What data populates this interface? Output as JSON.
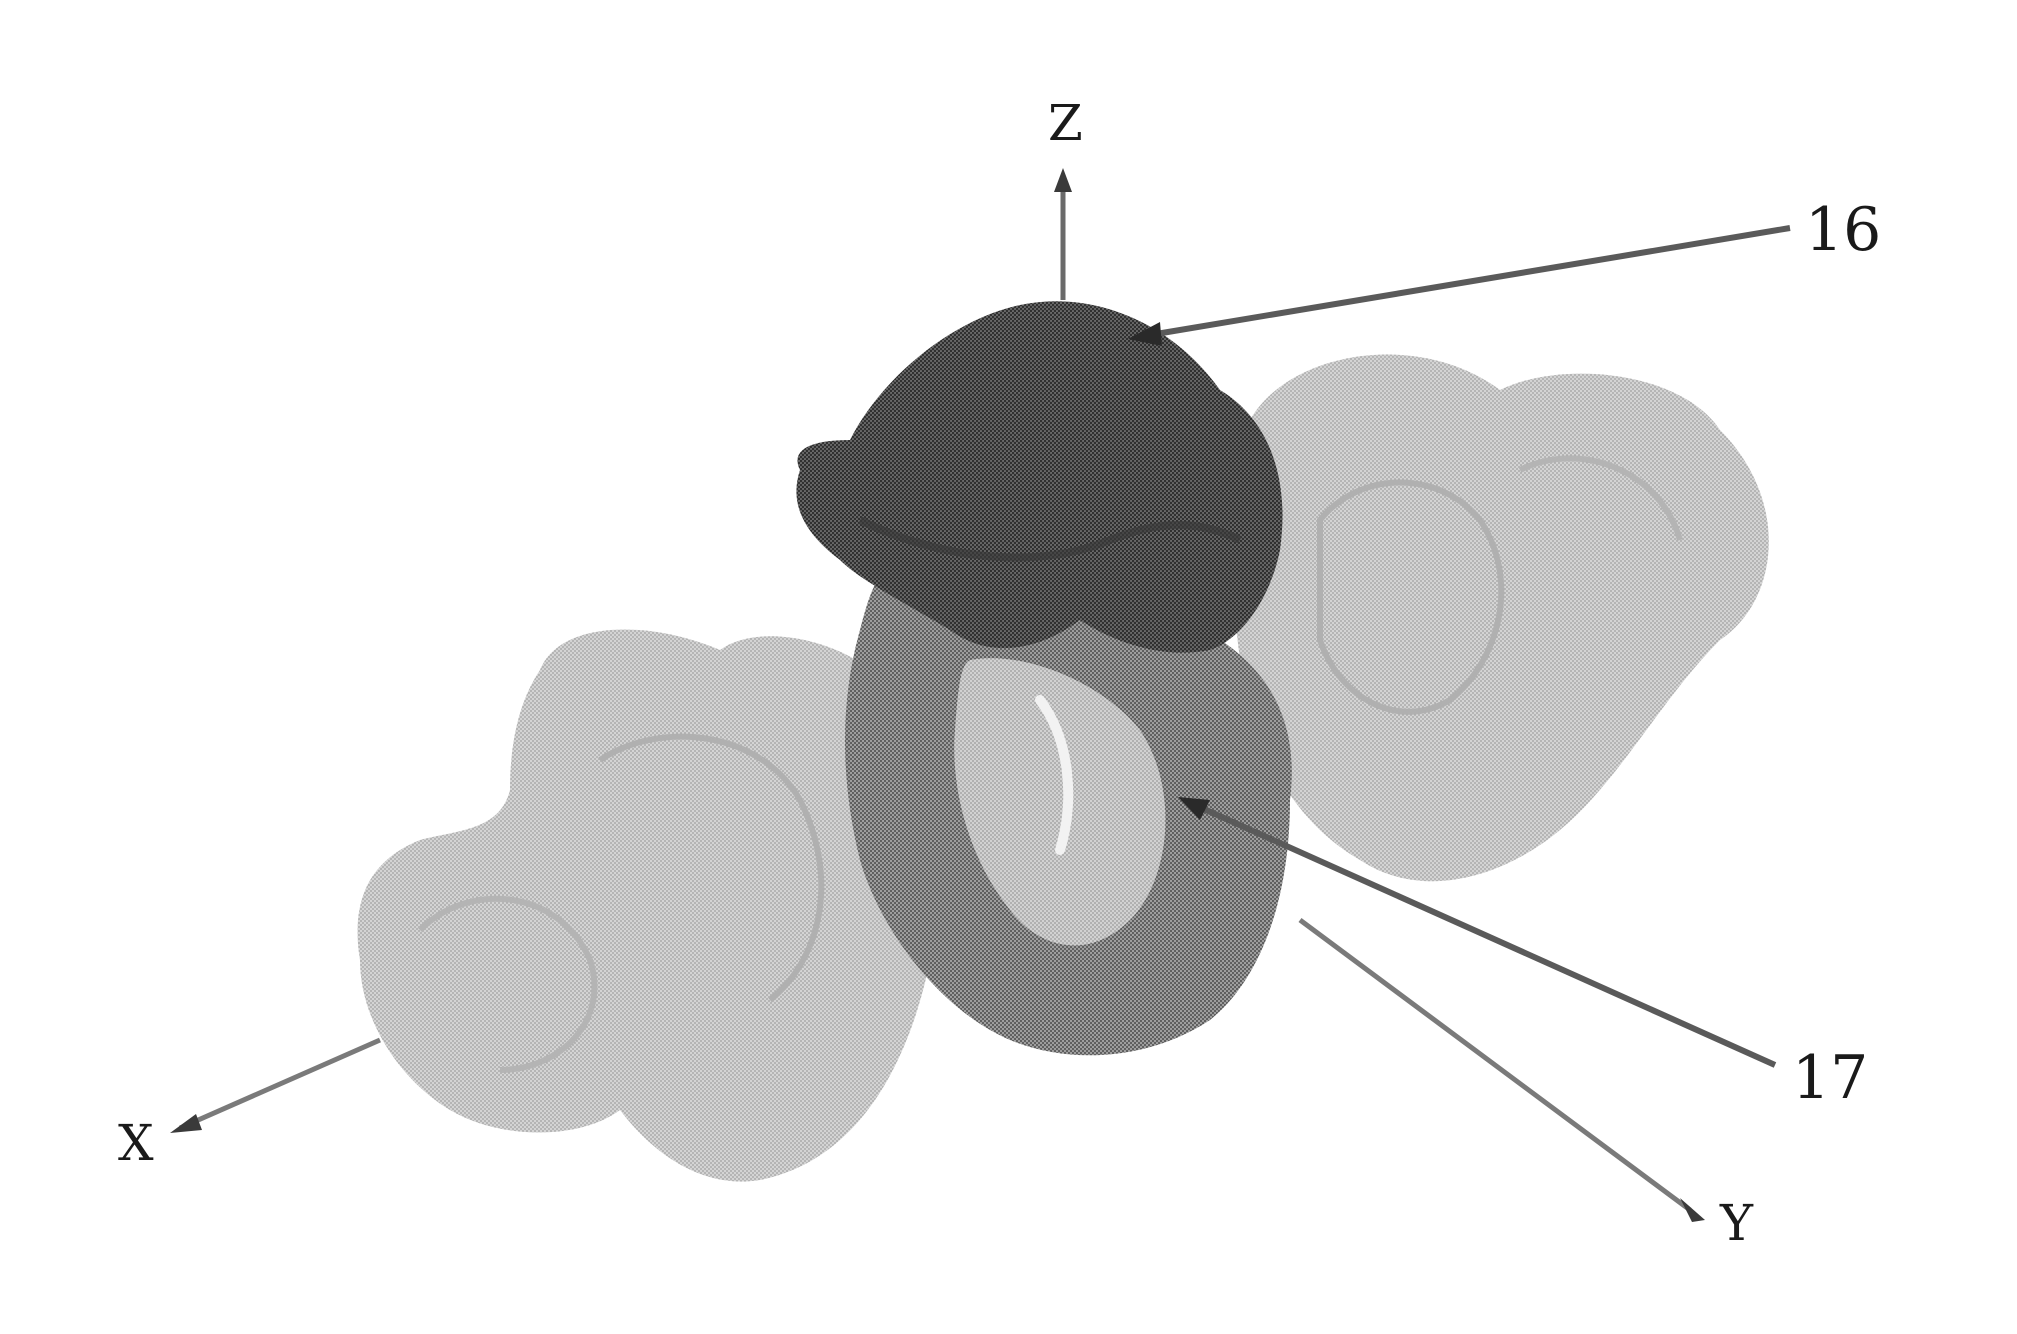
{
  "axes": {
    "z_label": "Z",
    "x_label": "X",
    "y_label": "Y"
  },
  "references": {
    "upper": "16",
    "lower": "17"
  },
  "colors": {
    "background": "#ffffff",
    "light_lobe": "#c6c6c6",
    "mid_ring": "#8c8c8c",
    "dark_lobe": "#5c5c5c",
    "line": "#4a4a4a"
  }
}
